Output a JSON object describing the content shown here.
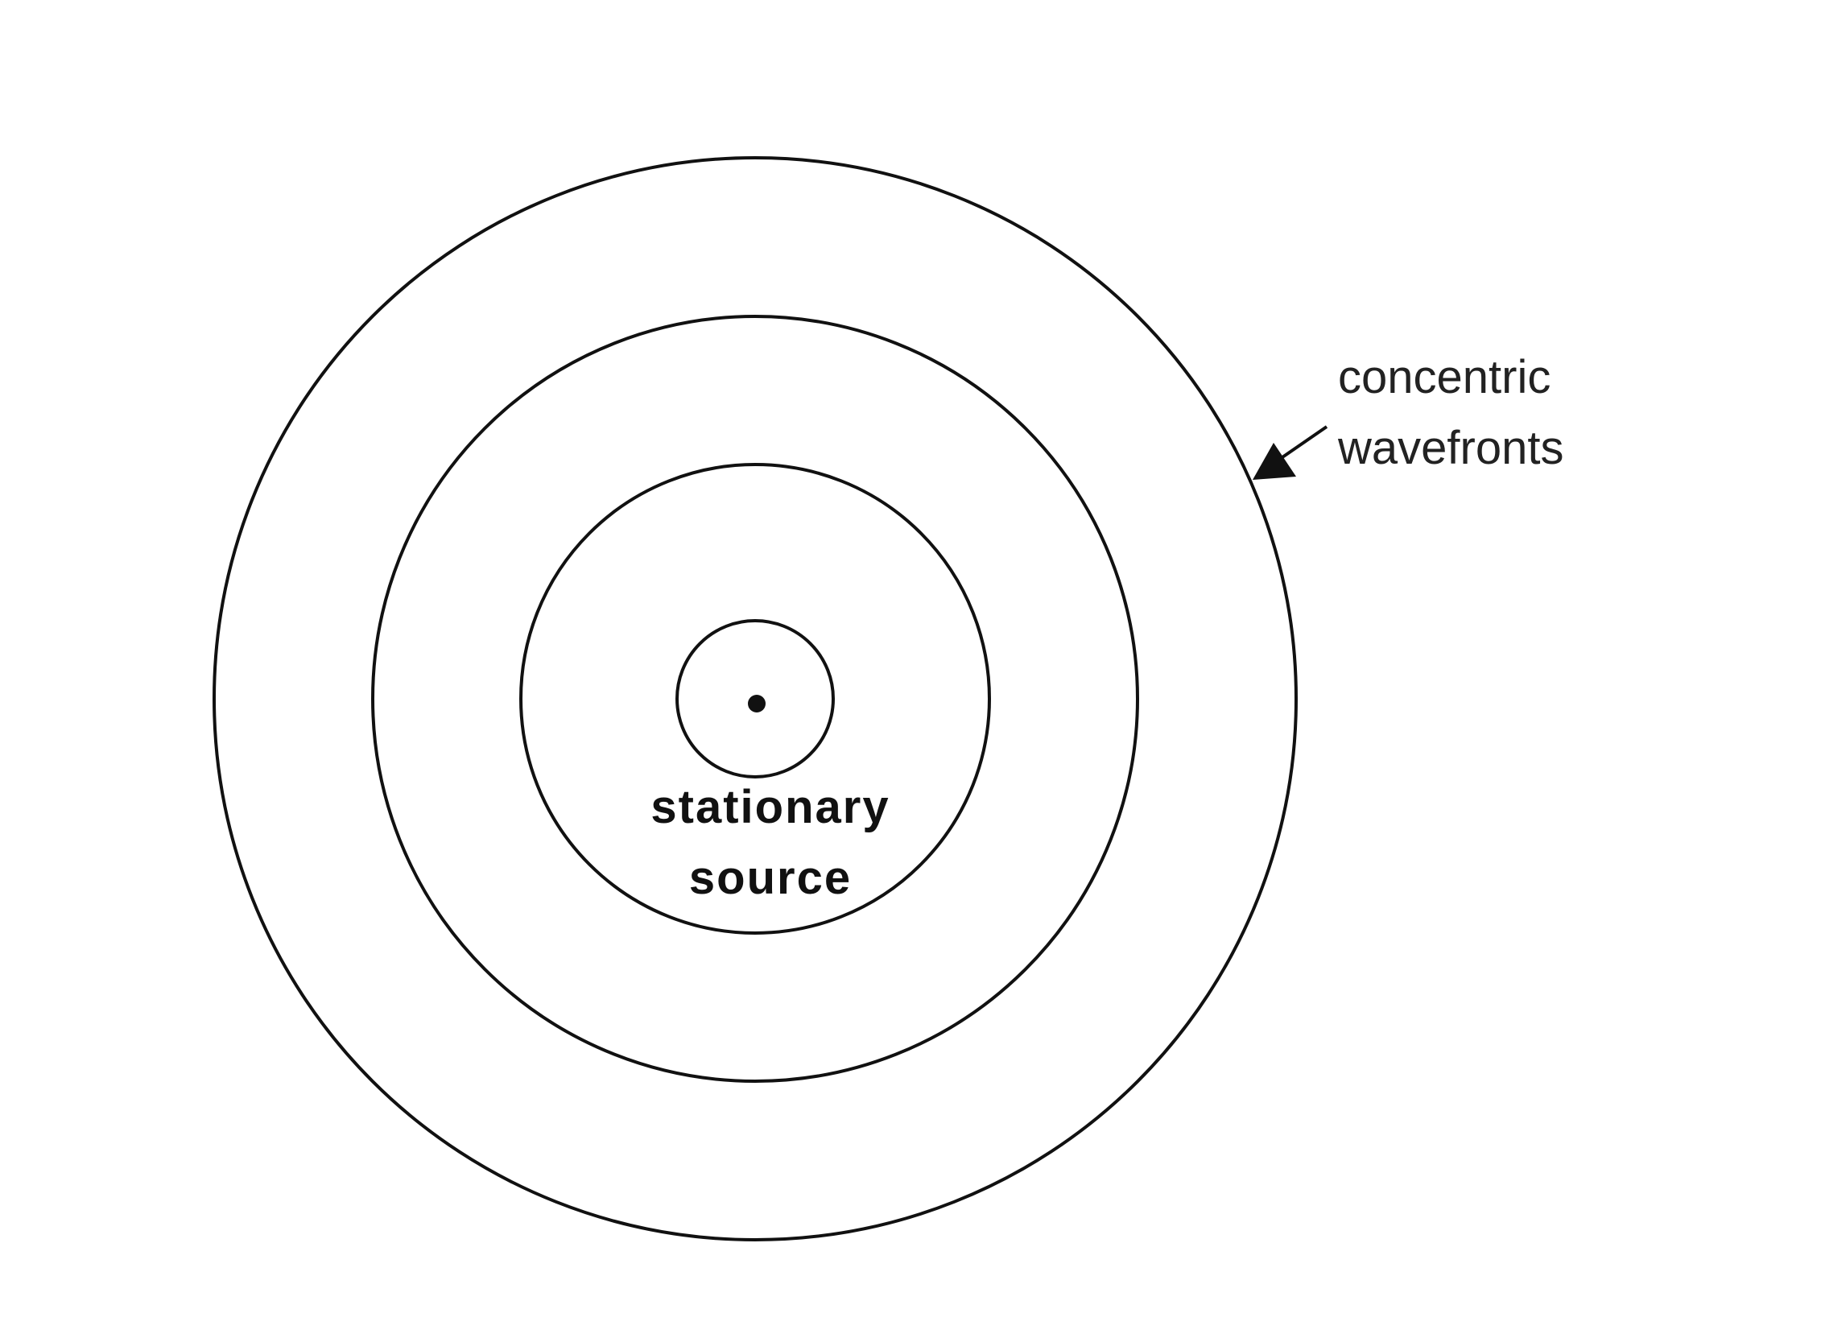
{
  "diagram": {
    "source_label": [
      "stationary",
      "source"
    ],
    "wavefront_label": [
      "concentric",
      "wavefronts"
    ],
    "wavefront_count": 4,
    "colors": {
      "stroke": "#111111",
      "background": "#ffffff"
    }
  }
}
